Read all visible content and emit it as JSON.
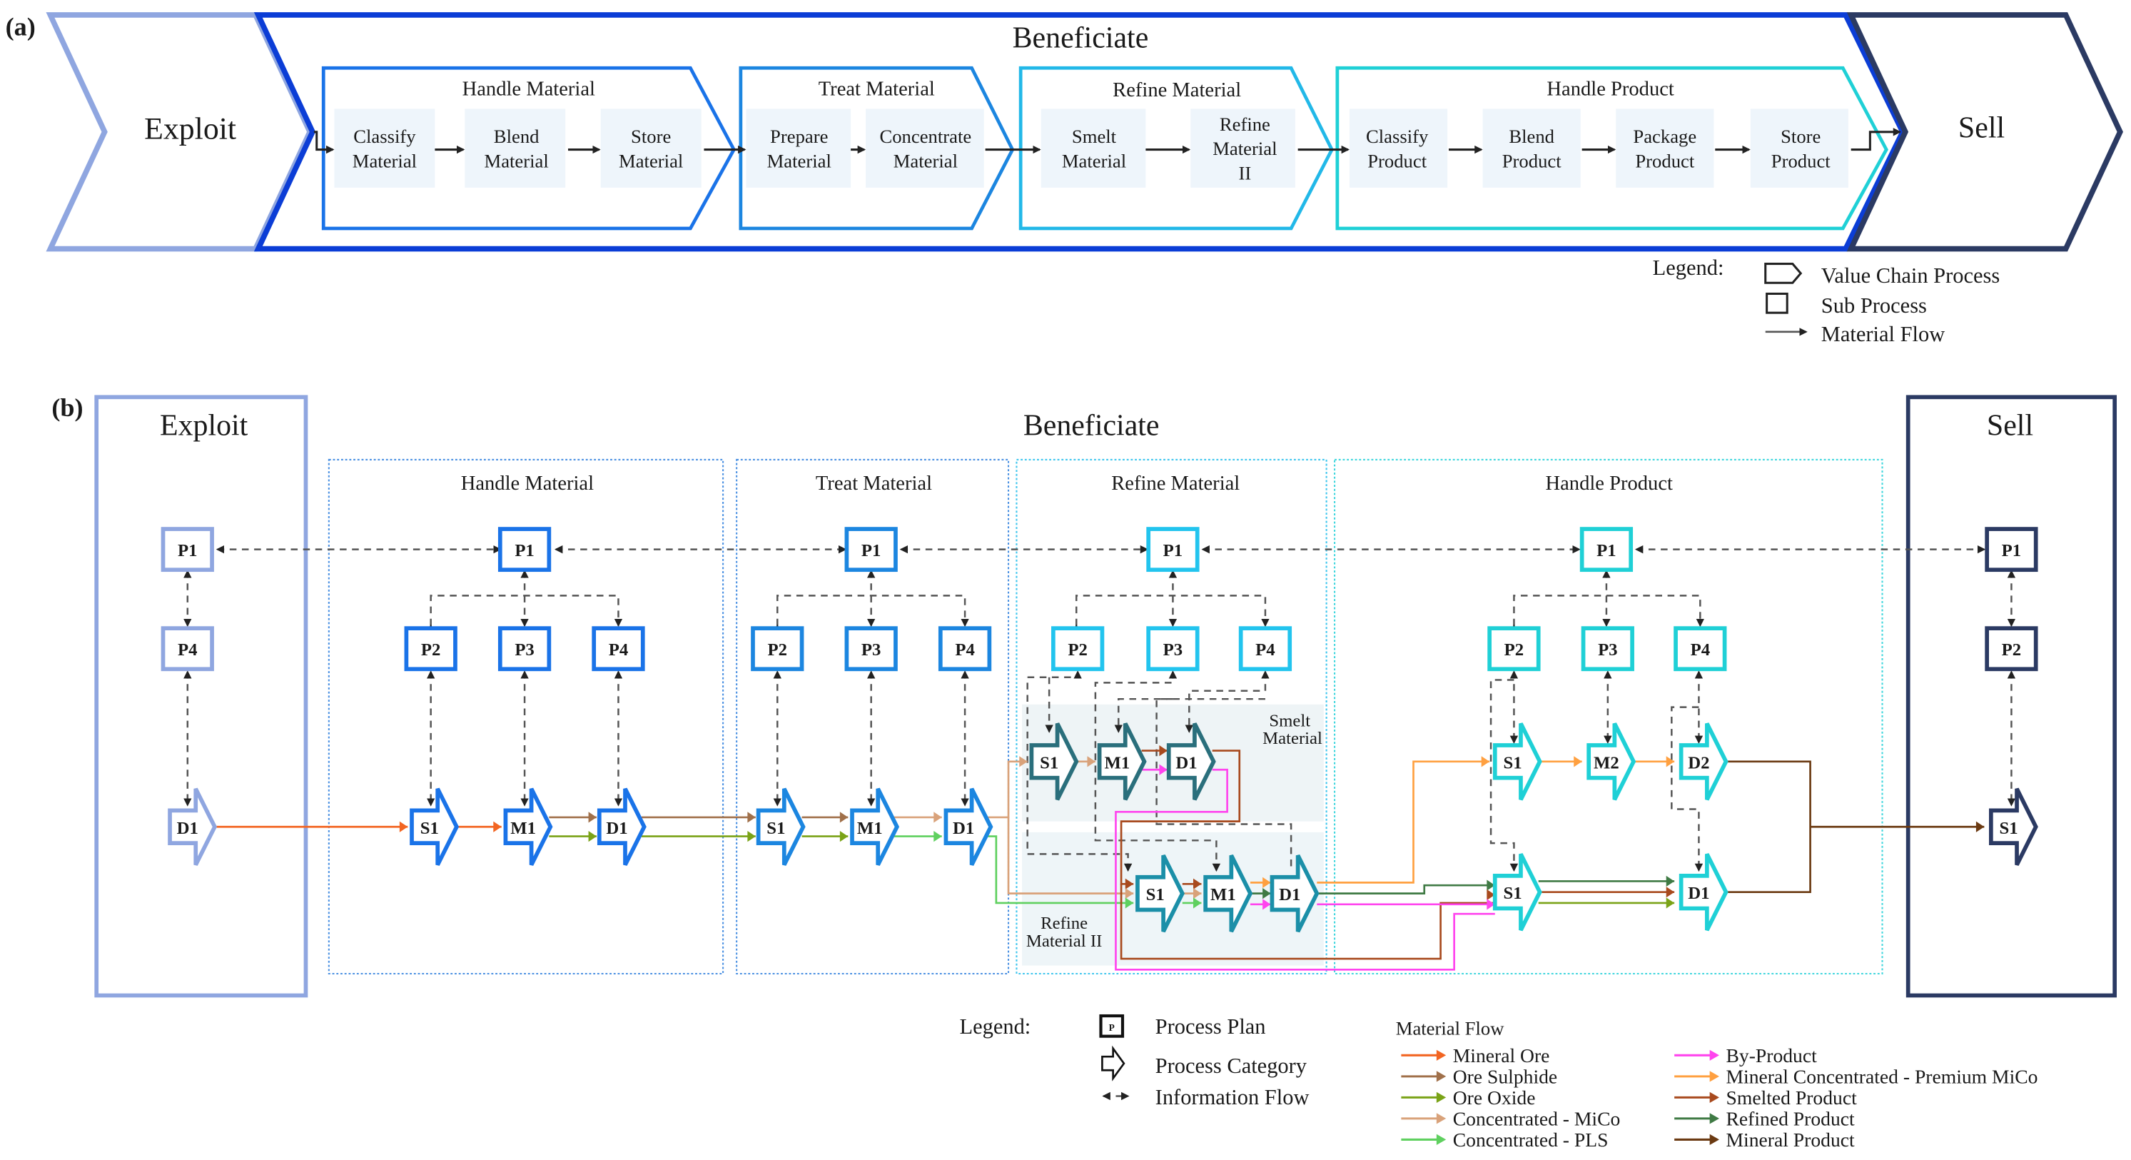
{
  "panel_a": {
    "label": "(a)",
    "value_chain": [
      {
        "id": "exploit",
        "title": "Exploit",
        "color": "#8fa6e0"
      },
      {
        "id": "beneficiate",
        "title": "Beneficiate",
        "color": "#0b3dd6"
      },
      {
        "id": "sell",
        "title": "Sell",
        "color": "#2b3a63"
      }
    ],
    "processes": [
      {
        "id": "handle-material",
        "title": "Handle Material",
        "color": "#1a73e8",
        "subs": [
          [
            "Classify",
            "Material"
          ],
          [
            "Blend",
            "Material"
          ],
          [
            "Store",
            "Material"
          ]
        ]
      },
      {
        "id": "treat-material",
        "title": "Treat Material",
        "color": "#1c86e0",
        "subs": [
          [
            "Prepare",
            "Material"
          ],
          [
            "Concentrate",
            "Material"
          ]
        ]
      },
      {
        "id": "refine-material",
        "title": "Refine Material",
        "color": "#22b8e8",
        "subs": [
          [
            "Smelt",
            "Material"
          ],
          [
            "Refine",
            "Material",
            "II"
          ]
        ]
      },
      {
        "id": "handle-product",
        "title": "Handle Product",
        "color": "#1fd0d6",
        "subs": [
          [
            "Classify",
            "Product"
          ],
          [
            "Blend",
            "Product"
          ],
          [
            "Package",
            "Product"
          ],
          [
            "Store",
            "Product"
          ]
        ]
      }
    ],
    "legend": {
      "title": "Legend:",
      "items": [
        "Value Chain Process",
        "Sub Process",
        "Material Flow"
      ]
    }
  },
  "panel_b": {
    "label": "(b)",
    "exploit": {
      "title": "Exploit",
      "plans": [
        "P1",
        "P4"
      ],
      "category": "D1"
    },
    "beneficiate": {
      "title": "Beneficiate"
    },
    "sell": {
      "title": "Sell",
      "plans": [
        "P1",
        "P2"
      ],
      "category": "S1"
    },
    "sections": [
      {
        "id": "handle-material",
        "title": "Handle Material",
        "plans": [
          "P1",
          "P2",
          "P3",
          "P4"
        ],
        "categories": [
          "S1",
          "M1",
          "D1"
        ]
      },
      {
        "id": "treat-material",
        "title": "Treat Material",
        "plans": [
          "P1",
          "P2",
          "P3",
          "P4"
        ],
        "categories": [
          "S1",
          "M1",
          "D1"
        ]
      },
      {
        "id": "refine-material",
        "title": "Refine Material",
        "plans": [
          "P1",
          "P2",
          "P3",
          "P4"
        ],
        "smelt": {
          "title": [
            "Smelt",
            "Material"
          ],
          "categories": [
            "S1",
            "M1",
            "D1"
          ]
        },
        "refine2": {
          "title": [
            "Refine",
            "Material II"
          ],
          "categories": [
            "S1",
            "M1",
            "D1"
          ]
        }
      },
      {
        "id": "handle-product",
        "title": "Handle Product",
        "plans": [
          "P1",
          "P2",
          "P3",
          "P4"
        ],
        "upper": [
          "S1",
          "M2",
          "D2"
        ],
        "lower": [
          "S1",
          "D1"
        ]
      }
    ],
    "legend": {
      "title": "Legend:",
      "items": [
        "Process Plan",
        "Process Category",
        "Information Flow"
      ],
      "plan_glyph": "P",
      "material_flow_title": "Material Flow",
      "material_flows": [
        {
          "name": "Mineral Ore",
          "color": "#f26522"
        },
        {
          "name": "Ore Sulphide",
          "color": "#a0704a"
        },
        {
          "name": "Ore Oxide",
          "color": "#7aa317"
        },
        {
          "name": "Concentrated - MiCo",
          "color": "#d9a27a"
        },
        {
          "name": "Concentrated - PLS",
          "color": "#5fd05f"
        },
        {
          "name": "By-Product",
          "color": "#ff44ee"
        },
        {
          "name": "Mineral Concentrated - Premium MiCo",
          "color": "#ffa040"
        },
        {
          "name": "Smelted Product",
          "color": "#a84a1e"
        },
        {
          "name": "Refined Product",
          "color": "#3f7a44"
        },
        {
          "name": "Mineral Product",
          "color": "#6b3a12"
        }
      ]
    },
    "colors": {
      "exploit": "#8fa6e0",
      "handle_material": "#1a73e8",
      "treat_material": "#1c86e0",
      "refine_plan": "#22c4ee",
      "smelt": "#2a6f7c",
      "refine2": "#1b8fa8",
      "handle_product": "#1fd0d6",
      "sell": "#2b3a63",
      "info": "#555555"
    }
  }
}
